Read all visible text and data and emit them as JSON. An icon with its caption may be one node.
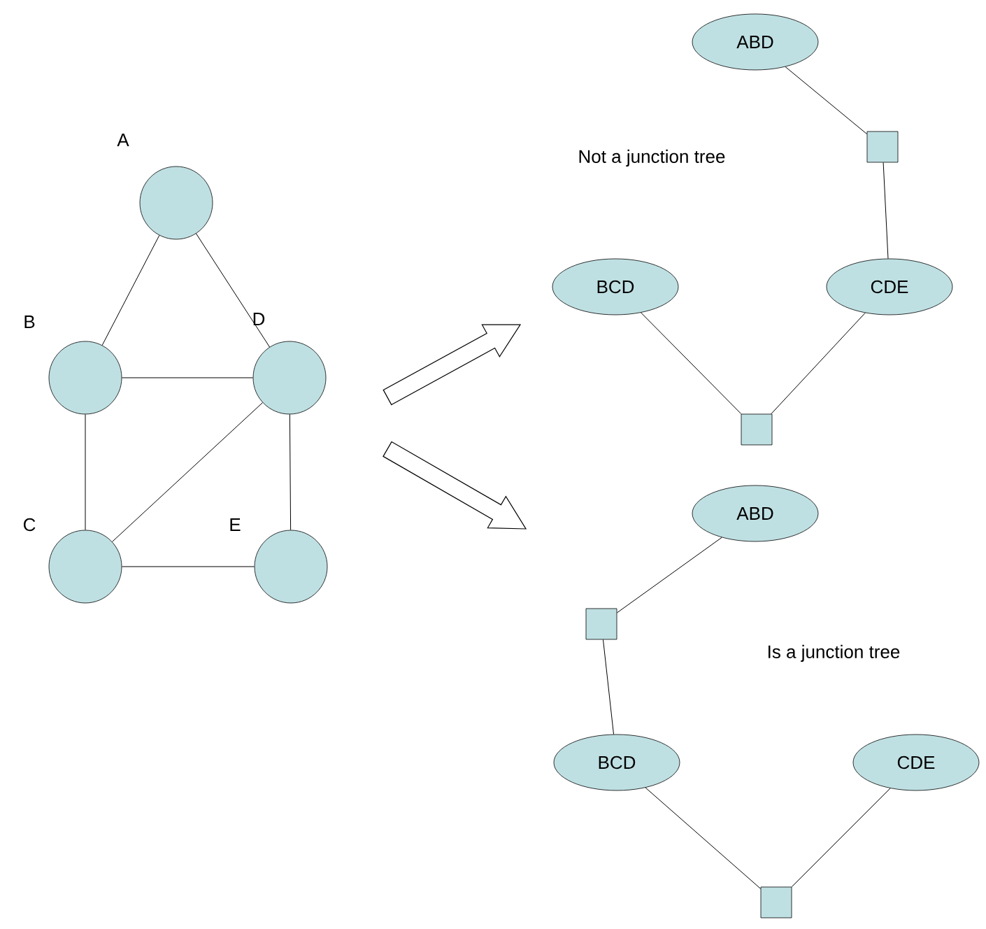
{
  "diagram": {
    "nodes": [
      {
        "text": [
          "A"
        ]
      },
      {
        "text": [
          "B"
        ]
      },
      {
        "text": [
          "D"
        ]
      },
      {
        "text": [
          "C"
        ]
      },
      {
        "text": [
          "E"
        ]
      },
      {
        "text": [
          "ABD"
        ]
      },
      {
        "text": [],
        "shape": "box"
      },
      {
        "text": [
          "BCD"
        ]
      },
      {
        "text": [
          "CDE"
        ]
      },
      {
        "text": [],
        "shape": "box"
      },
      {
        "text": [
          "ABD"
        ]
      },
      {
        "text": [],
        "shape": "box"
      },
      {
        "text": [
          "BCD"
        ]
      },
      {
        "text": [
          "CDE"
        ]
      },
      {
        "text": [],
        "shape": "box"
      }
    ],
    "edges": [
      {
        "from": 0,
        "to": 1,
        "arrow": "none"
      },
      {
        "from": 0,
        "to": 2,
        "arrow": "none"
      },
      {
        "from": 1,
        "to": 2,
        "arrow": "none"
      },
      {
        "from": 1,
        "to": 3,
        "arrow": "none"
      },
      {
        "from": 2,
        "to": 3,
        "arrow": "none"
      },
      {
        "from": 2,
        "to": 4,
        "arrow": "none"
      },
      {
        "from": 3,
        "to": 4,
        "arrow": "none"
      },
      {
        "from": 5,
        "to": 6,
        "arrow": "none"
      },
      {
        "from": 6,
        "to": 8,
        "arrow": "none"
      },
      {
        "from": 7,
        "to": 9,
        "arrow": "none"
      },
      {
        "from": 8,
        "to": 9,
        "arrow": "none"
      },
      {
        "from": 10,
        "to": 11,
        "arrow": "none"
      },
      {
        "from": 11,
        "to": 12,
        "arrow": "none"
      },
      {
        "from": 12,
        "to": 14,
        "arrow": "none"
      },
      {
        "from": 13,
        "to": 14,
        "arrow": "none"
      }
    ],
    "labels": [
      "Not a junction tree",
      "Is a junction tree"
    ]
  }
}
